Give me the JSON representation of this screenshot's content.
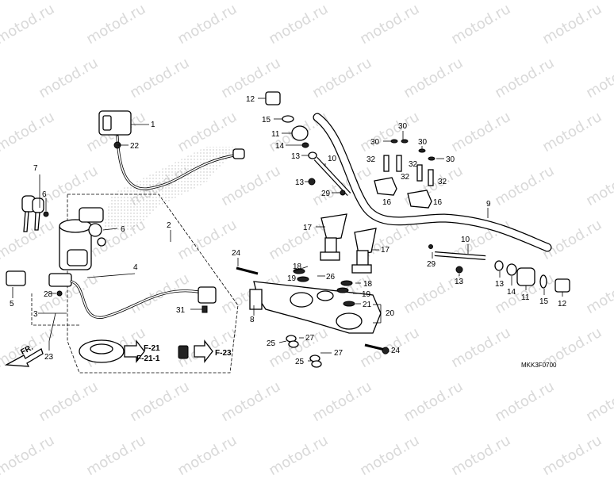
{
  "watermark": {
    "text": "motod.ru"
  },
  "diagram_code": "MKK3F0700",
  "direction_label": "FR.",
  "refs": [
    "F-21",
    "F-21-1",
    "F-23"
  ],
  "callouts": [
    {
      "id": "c1",
      "label": "1"
    },
    {
      "id": "c2",
      "label": "2"
    },
    {
      "id": "c3",
      "label": "3"
    },
    {
      "id": "c4",
      "label": "4"
    },
    {
      "id": "c5",
      "label": "5"
    },
    {
      "id": "c6a",
      "label": "6"
    },
    {
      "id": "c6b",
      "label": "6"
    },
    {
      "id": "c7",
      "label": "7"
    },
    {
      "id": "c8",
      "label": "8"
    },
    {
      "id": "c9",
      "label": "9"
    },
    {
      "id": "c10a",
      "label": "10"
    },
    {
      "id": "c10b",
      "label": "10"
    },
    {
      "id": "c11a",
      "label": "11"
    },
    {
      "id": "c11b",
      "label": "11"
    },
    {
      "id": "c12a",
      "label": "12"
    },
    {
      "id": "c12b",
      "label": "12"
    },
    {
      "id": "c13a",
      "label": "13"
    },
    {
      "id": "c13b",
      "label": "13"
    },
    {
      "id": "c13c",
      "label": "13"
    },
    {
      "id": "c13d",
      "label": "13"
    },
    {
      "id": "c14a",
      "label": "14"
    },
    {
      "id": "c14b",
      "label": "14"
    },
    {
      "id": "c15a",
      "label": "15"
    },
    {
      "id": "c15b",
      "label": "15"
    },
    {
      "id": "c16a",
      "label": "16"
    },
    {
      "id": "c16b",
      "label": "16"
    },
    {
      "id": "c17a",
      "label": "17"
    },
    {
      "id": "c17b",
      "label": "17"
    },
    {
      "id": "c18a",
      "label": "18"
    },
    {
      "id": "c18b",
      "label": "18"
    },
    {
      "id": "c19a",
      "label": "19"
    },
    {
      "id": "c19b",
      "label": "19"
    },
    {
      "id": "c20",
      "label": "20"
    },
    {
      "id": "c21",
      "label": "21"
    },
    {
      "id": "c22",
      "label": "22"
    },
    {
      "id": "c23",
      "label": "23"
    },
    {
      "id": "c24a",
      "label": "24"
    },
    {
      "id": "c24b",
      "label": "24"
    },
    {
      "id": "c25a",
      "label": "25"
    },
    {
      "id": "c25b",
      "label": "25"
    },
    {
      "id": "c26",
      "label": "26"
    },
    {
      "id": "c27a",
      "label": "27"
    },
    {
      "id": "c27b",
      "label": "27"
    },
    {
      "id": "c28",
      "label": "28"
    },
    {
      "id": "c29a",
      "label": "29"
    },
    {
      "id": "c29b",
      "label": "29"
    },
    {
      "id": "c30a",
      "label": "30"
    },
    {
      "id": "c30b",
      "label": "30"
    },
    {
      "id": "c30c",
      "label": "30"
    },
    {
      "id": "c30d",
      "label": "30"
    },
    {
      "id": "c31",
      "label": "31"
    },
    {
      "id": "c32a",
      "label": "32"
    },
    {
      "id": "c32b",
      "label": "32"
    },
    {
      "id": "c32c",
      "label": "32"
    },
    {
      "id": "c32d",
      "label": "32"
    }
  ]
}
